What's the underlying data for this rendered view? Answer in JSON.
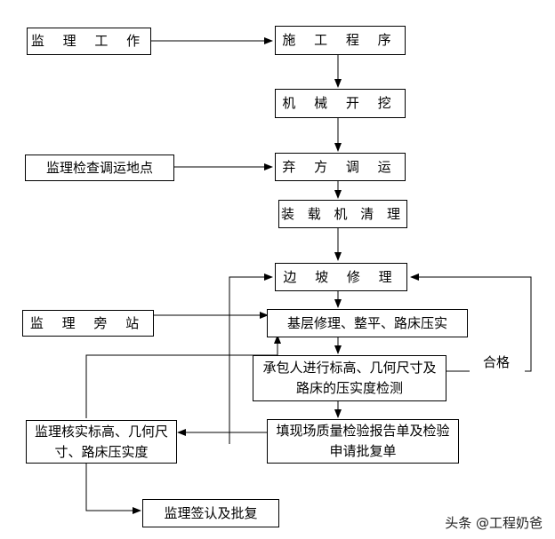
{
  "nodes": {
    "supervision_work": "监 理 工 作",
    "construction_procedure": "施 工 程 序",
    "mechanical_excavation": "机 械 开 挖",
    "supervision_check_site": "监理检查调运地点",
    "spoil_transport": "弃 方 调 运",
    "loading_cleaning": "装 载 机 清 理",
    "slope_trimming": "边 坡 修 理",
    "supervision_sidestation": "监 理 旁 站",
    "base_leveling": "基层修理、整平、路床压实",
    "contractor_testing": "承包人进行标高、几何尺寸及路床的压实度检测",
    "supervision_verify": "监理核实标高、几何尺寸、路床压实度",
    "fill_report": "填现场质量检验报告单及检验申请批复单",
    "supervision_sign": "监理签认及批复"
  },
  "edge_labels": {
    "qualified": "合格"
  },
  "watermark": "头条 @工程奶爸"
}
